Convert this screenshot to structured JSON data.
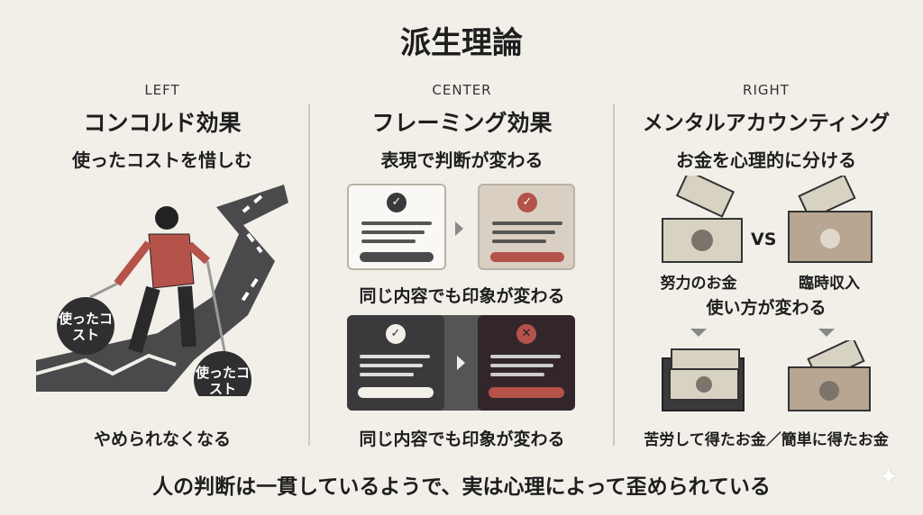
{
  "title": "派生理論",
  "columns": [
    {
      "label": "LEFT",
      "heading": "コンコルド効果",
      "subheading": "使ったコストを惜しむ",
      "weight_label": "使ったコスト",
      "caption": "やめられなくなる"
    },
    {
      "label": "CENTER",
      "heading": "フレーミング効果",
      "subheading": "表現で判断が変わる",
      "caption_top": "同じ内容でも印象が変わる",
      "caption_bottom": "同じ内容でも印象が変わる"
    },
    {
      "label": "RIGHT",
      "heading": "メンタルアカウンティング",
      "subheading": "お金を心理的に分ける",
      "vs": "VS",
      "left_label": "努力のお金",
      "right_label": "臨時収入",
      "middle": "使い方が変わる",
      "caption": "苦労して得たお金／簡単に得たお金"
    }
  ],
  "footer": "人の判断は一貫しているようで、実は心理によって歪められている",
  "colors": {
    "background": "#f2efe9",
    "accent_red": "#b5524a",
    "dark": "#3a3a3c",
    "beige": "#d9cfc2"
  }
}
